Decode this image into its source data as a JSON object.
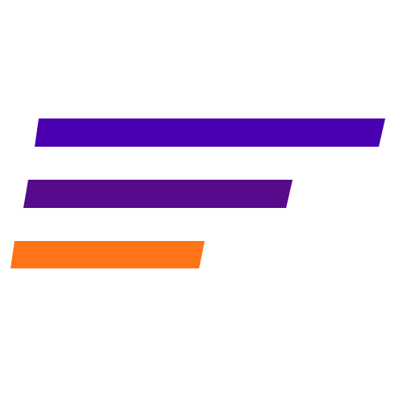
{
  "logo": {
    "bars": [
      {
        "name": "top-bar",
        "color": "#4a00b0"
      },
      {
        "name": "middle-bar",
        "color": "#560a8c"
      },
      {
        "name": "bottom-bar",
        "color": "#ff7418"
      }
    ]
  }
}
